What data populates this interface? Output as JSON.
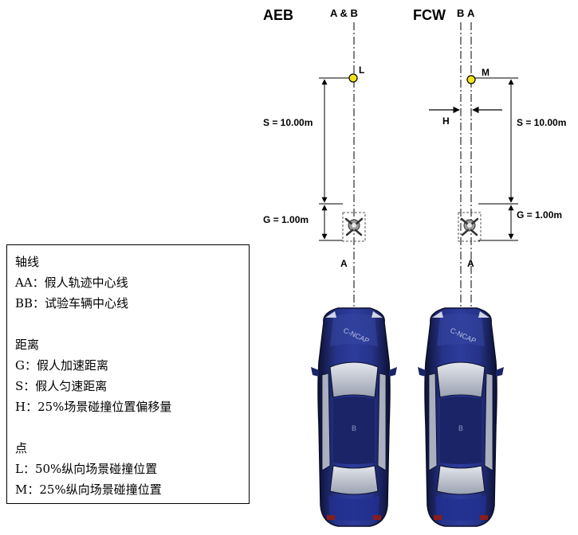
{
  "diagram": {
    "left_title": "AEB",
    "right_title": "FCW",
    "left_axis_top": "A & B",
    "right_axis_top_b": "B",
    "right_axis_top_a": "A",
    "left_axis_bottom": "A",
    "right_axis_bottom": "A",
    "left_point": "L",
    "right_point": "M",
    "left_s": "S = 10.00m",
    "right_s": "S = 10.00m",
    "left_g": "G = 1.00m",
    "right_g": "G = 1.00m",
    "offset": "H",
    "car_brand": "C-NCAP",
    "car_mark": "B"
  },
  "legend": {
    "heading_axes": "轴线",
    "aa": "AA：假人轨迹中心线",
    "bb": "BB：试验车辆中心线",
    "heading_distance": "距离",
    "g": "G：假人加速距离",
    "s": "S：假人匀速距离",
    "h": "H：25%场景碰撞位置偏移量",
    "heading_points": "点",
    "l": "L：50%纵向场景碰撞位置",
    "m": "M：25%纵向场景碰撞位置"
  },
  "colors": {
    "car_body": "#1f2a6e",
    "car_dark": "#0d1233",
    "glass": "#c7ccd6",
    "point": "#f2e51c"
  }
}
